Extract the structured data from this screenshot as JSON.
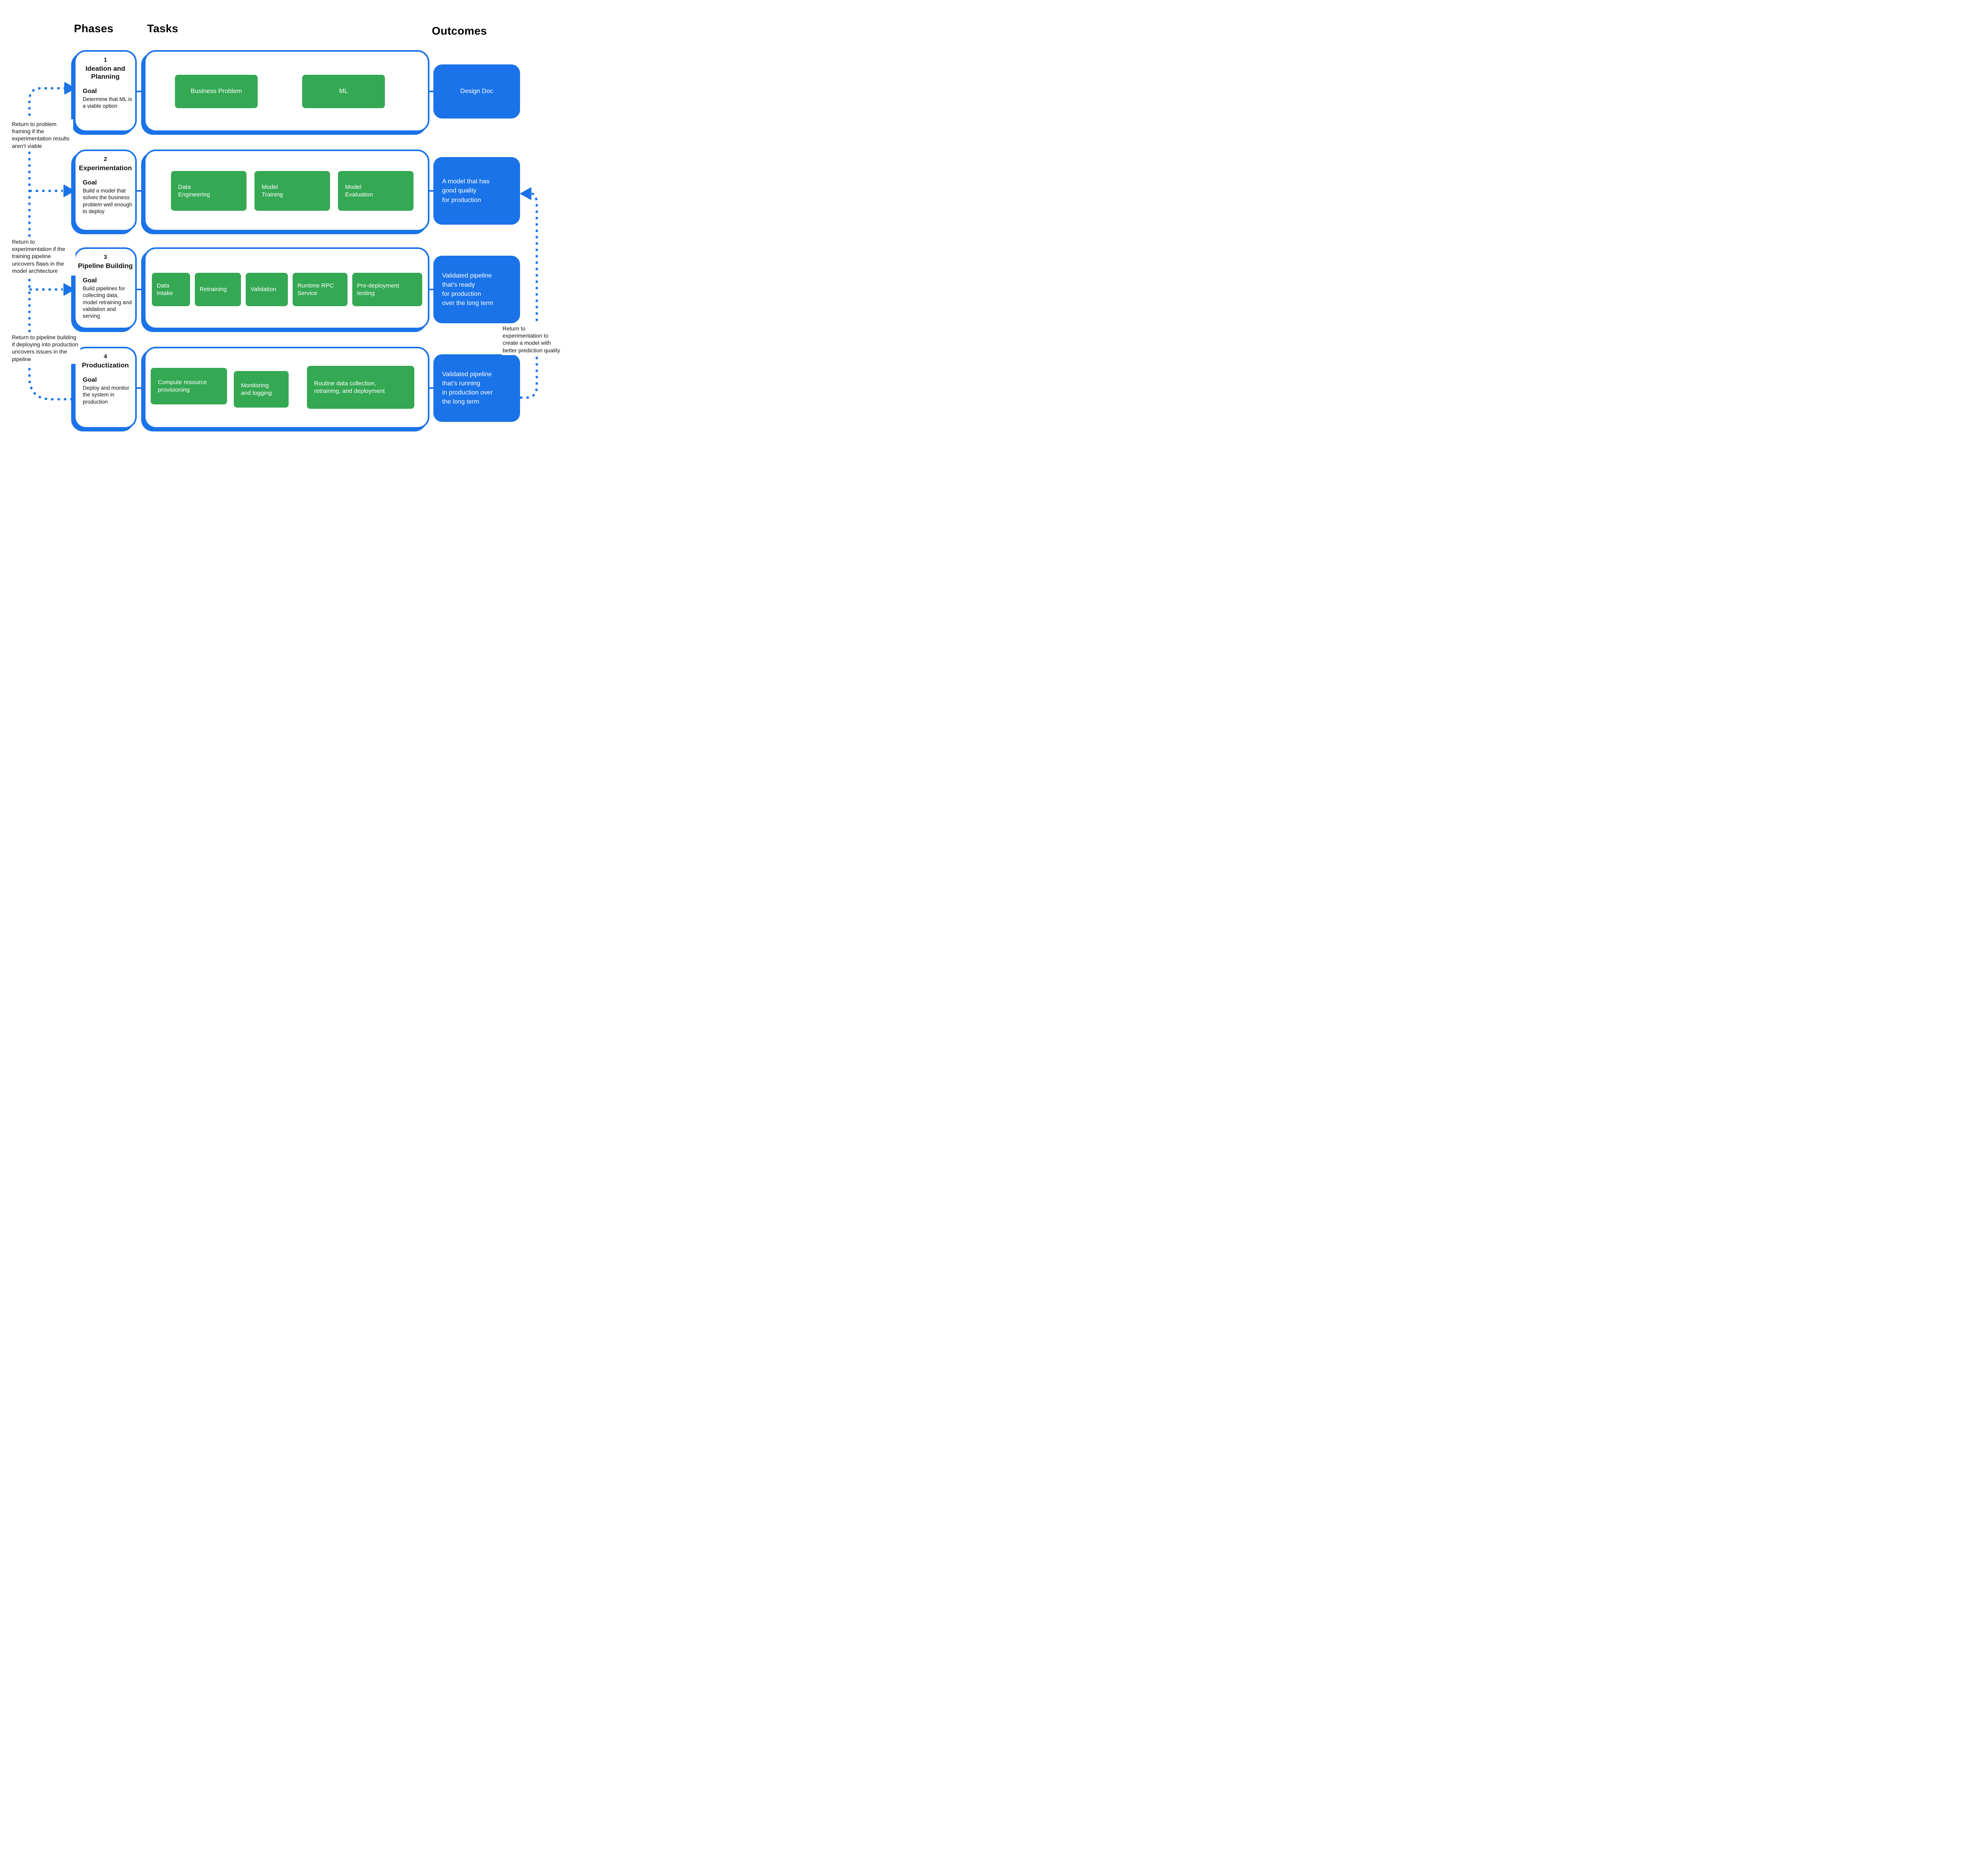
{
  "headers": {
    "phases": "Phases",
    "tasks": "Tasks",
    "outcomes": "Outcomes"
  },
  "colors": {
    "blue": "#1a73e8",
    "green": "#34a853"
  },
  "phases": [
    {
      "number": "1",
      "title": "Ideation and Planning",
      "goal_label": "Goal",
      "goal": "Determine that ML is a viable option"
    },
    {
      "number": "2",
      "title": "Experimentation",
      "goal_label": "Goal",
      "goal": "Build a model that solves the business problem well enough to deploy"
    },
    {
      "number": "3",
      "title": "Pipeline Building",
      "goal_label": "Goal",
      "goal": "Build pipelines for collecting data, model retraining and validation and serving"
    },
    {
      "number": "4",
      "title": "Productization",
      "goal_label": "Goal",
      "goal": "Deploy and monitor the system in production"
    }
  ],
  "tasks": {
    "row1": [
      "Business Problem",
      "ML"
    ],
    "row2": [
      "Data\nEngineering",
      "Model\nTraining",
      "Model\nEvaluation"
    ],
    "row3": [
      "Data\nIntake",
      "Retraining",
      "Validation",
      "Runtime RPC\nService",
      "Pre-deployment\ntesting"
    ],
    "row4": [
      "Compute resource\nprovisioning",
      "Monitoring\nand logging",
      "Routine data collection,\nretraining, and deployment"
    ]
  },
  "outcomes": [
    "Design Doc",
    "A model that has\ngood quality\nfor production",
    "Validated pipeline\nthat’s ready\nfor production\nover the long term",
    "Validated pipeline\nthat’s running\nin production over\nthe long term"
  ],
  "annotations": [
    "Return to problem framing if the experimentation results aren’t viable",
    "Return to experimentation if the training pipeline uncovers flaws in the model architecture",
    "Return to pipeline building if deploying into production uncovers issues in the pipeline",
    "Return to experimentation to create a model with better prediction quality"
  ]
}
